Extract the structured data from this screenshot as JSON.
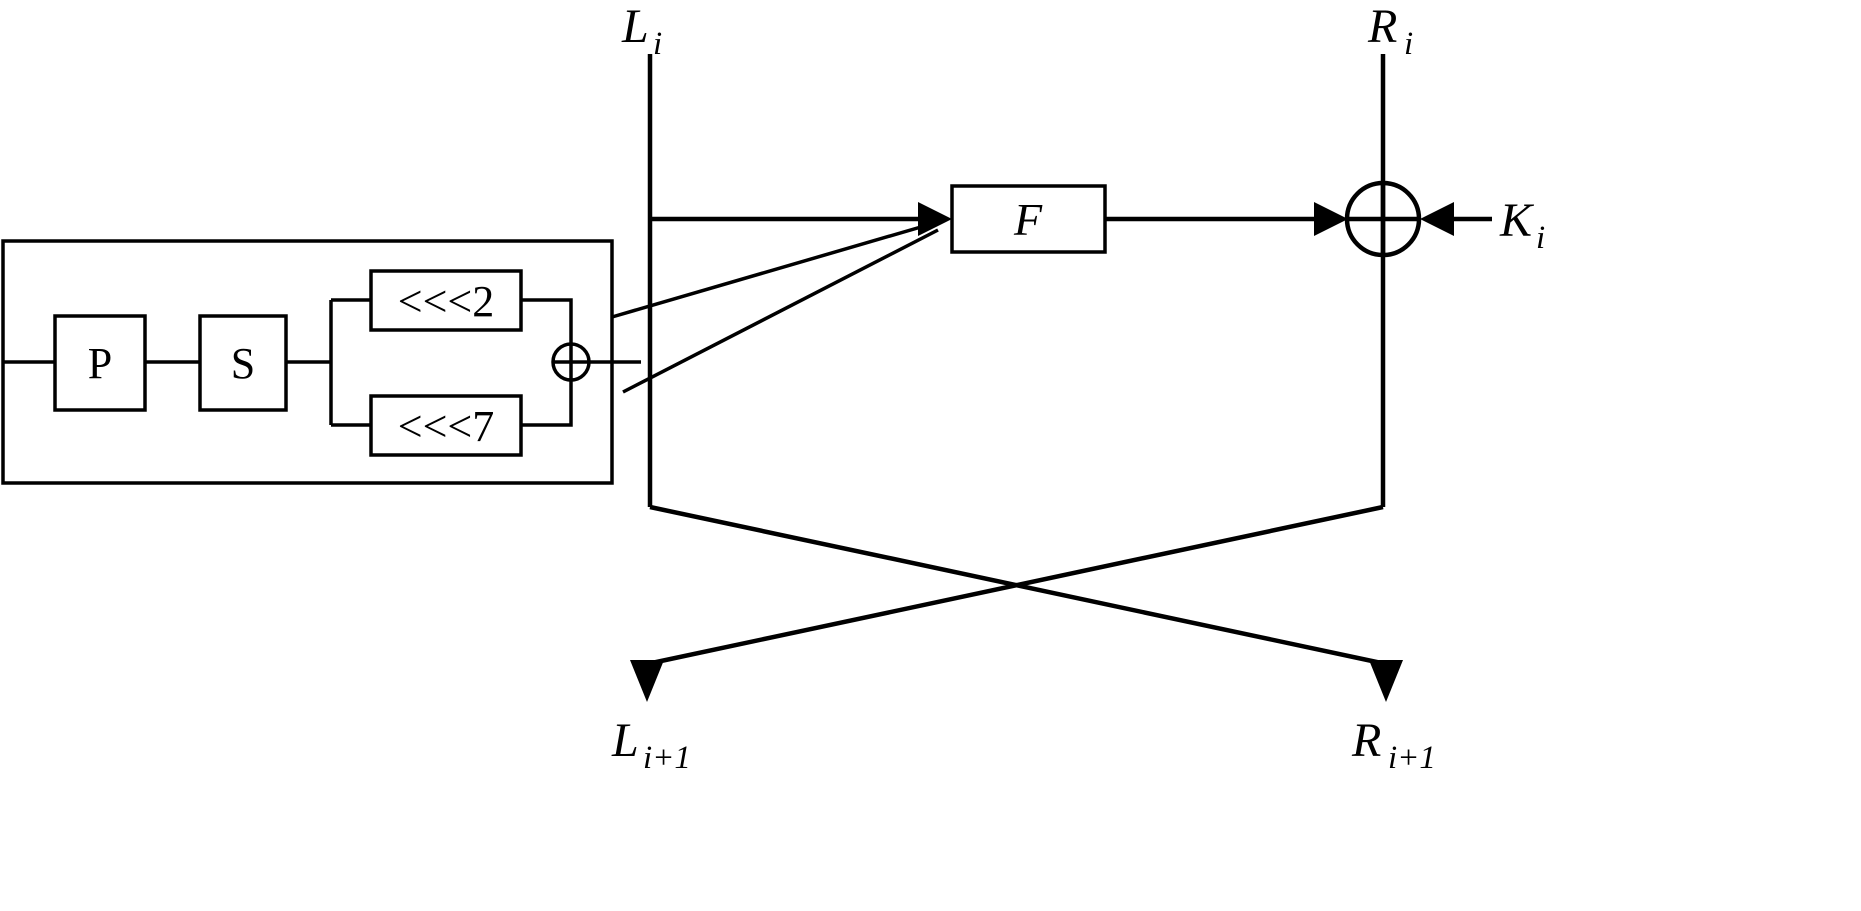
{
  "labels": {
    "input_left": {
      "main": "L",
      "sub": "i"
    },
    "input_right": {
      "main": "R",
      "sub": "i"
    },
    "key": {
      "main": "K",
      "sub": "i"
    },
    "output_left": {
      "main": "L",
      "sub": "i+1"
    },
    "output_right": {
      "main": "R",
      "sub": "i+1"
    }
  },
  "boxes": {
    "f": "F",
    "p": "P",
    "s": "S",
    "rot2": "<<<2",
    "rot7": "<<<7"
  },
  "colors": {
    "stroke": "#000000",
    "background": "#ffffff"
  }
}
